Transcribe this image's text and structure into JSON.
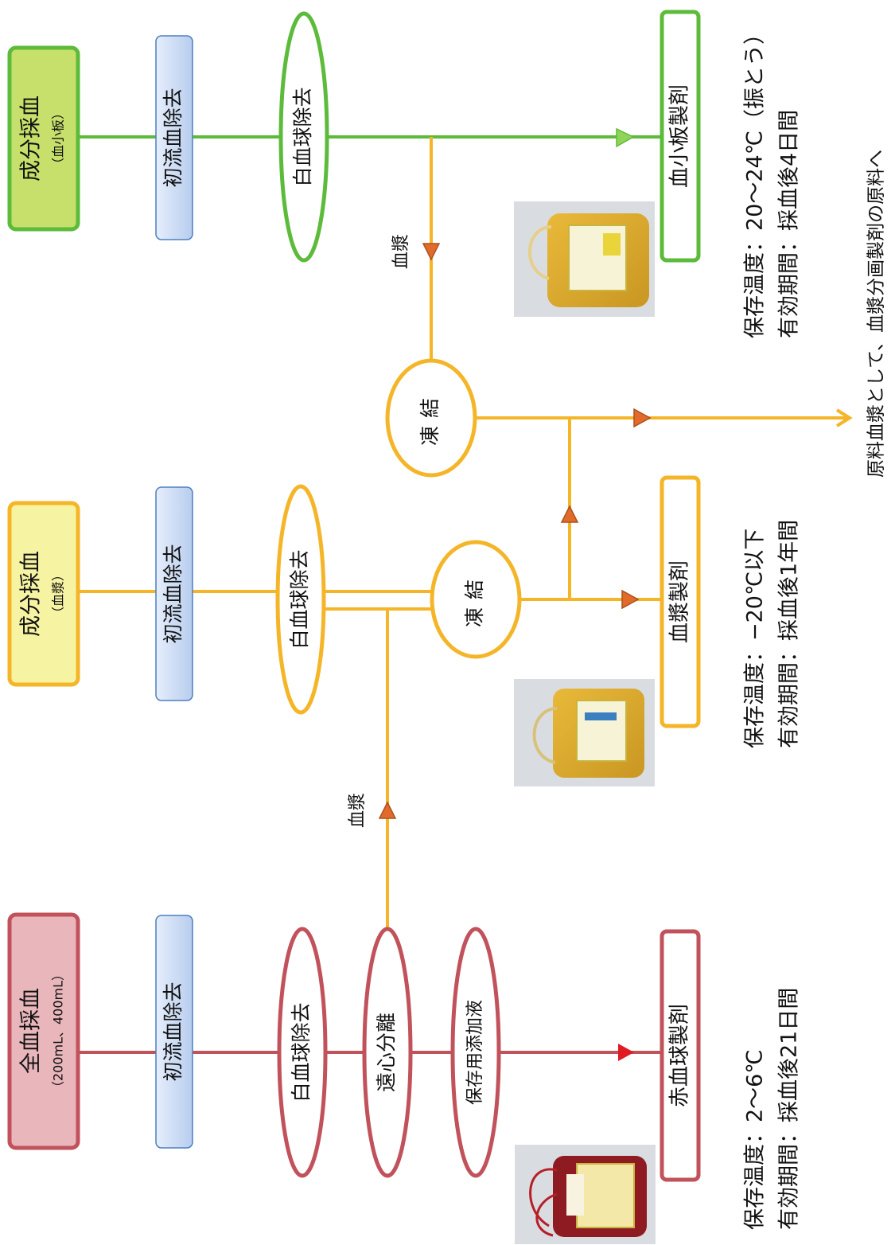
{
  "columns": [
    {
      "id": "whole-blood",
      "source_title": "全血採血",
      "source_sub": "（200mL、400mL）",
      "colors": {
        "stroke": "#c1525b",
        "fill": "#e8b6bb",
        "title": "#d8515c",
        "arrow": "#e01b24"
      },
      "pre_filter": "初流血除去",
      "steps": [
        "白血球除去",
        "遠心分離",
        "保存用添加液"
      ],
      "product": "赤血球製剤",
      "storage_temp": "保存温度：2〜6℃",
      "expiry": "有効期間：採血後21日間"
    },
    {
      "id": "apheresis-plasma",
      "source_title": "成分採血",
      "source_sub": "（血漿）",
      "colors": {
        "stroke": "#f5b528",
        "fill": "#f6f3a2",
        "title": "#e8665b",
        "arrow": "#e26b2b"
      },
      "pre_filter": "初流血除去",
      "steps": [
        "白血球除去"
      ],
      "freeze": "凍結",
      "product": "血漿製剤",
      "storage_temp": "保存温度：−20℃以下",
      "expiry": "有効期間：採血後1年間"
    },
    {
      "id": "apheresis-platelet",
      "source_title": "成分採血",
      "source_sub": "（血小板）",
      "colors": {
        "stroke": "#5dbb3b",
        "fill": "#c6e06b",
        "title": "#e8665b",
        "arrow": "#7bc943"
      },
      "pre_filter": "初流血除去",
      "steps": [
        "白血球除去"
      ],
      "product": "血小板製剤",
      "storage_temp": "保存温度：20〜24℃（振とう）",
      "expiry": "有効期間：採血後4日間"
    }
  ],
  "plasma_label_whole": "血漿",
  "plasma_label_platelet": "血漿",
  "freeze_top": "凍結",
  "raw_material_note": "原料血漿として、血漿分画製剤の原料へ",
  "pre_filter_fill": "#c7d9f1",
  "pre_filter_stroke": "#4f7fc0",
  "flow_line_color": "#f5b528"
}
